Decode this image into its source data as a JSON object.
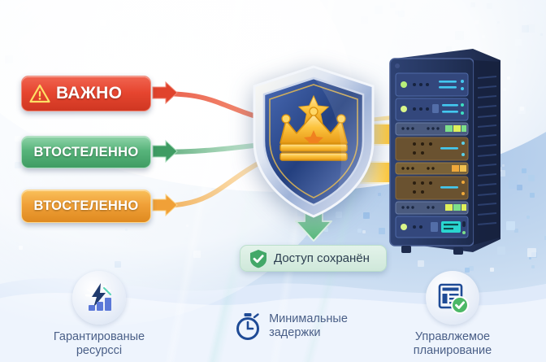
{
  "poster": {
    "badges": [
      {
        "id": "important",
        "label": "ВАЖНО",
        "icon": "warning-triangle-icon",
        "color": "#e6452f"
      },
      {
        "id": "secondary-1",
        "label": "ВТОСТЕЛЕННО",
        "icon": "none",
        "color": "#3f9c63"
      },
      {
        "id": "secondary-2",
        "label": "ВТОСТЕЛЕННО",
        "icon": "none",
        "color": "#f0a038"
      }
    ],
    "shield": {
      "name": "shield-crown-badge",
      "icon": "crown-icon",
      "star_count": 2
    },
    "server": {
      "name": "server-rack",
      "units": 8
    },
    "status_pill": {
      "label": "Доступ сохранён",
      "icon": "shield-check-icon",
      "color": "#3aa85f"
    },
    "features": [
      {
        "id": "resources",
        "line1": "Гарантированые",
        "line2": "ресурссі",
        "icon": "lightning-bars-icon"
      },
      {
        "id": "latency",
        "line1": "Минимальные",
        "line2": "задержки",
        "icon": "stopwatch-icon"
      },
      {
        "id": "planning",
        "line1": "Управлжемое",
        "line2": "планирование",
        "icon": "document-check-icon"
      }
    ],
    "colors": {
      "red": "#e6452f",
      "green": "#3f9c63",
      "orange": "#f0a038",
      "arrow_gold": "#ffc63a",
      "text": "#4a5f87",
      "server": "#2b3f6b"
    }
  }
}
